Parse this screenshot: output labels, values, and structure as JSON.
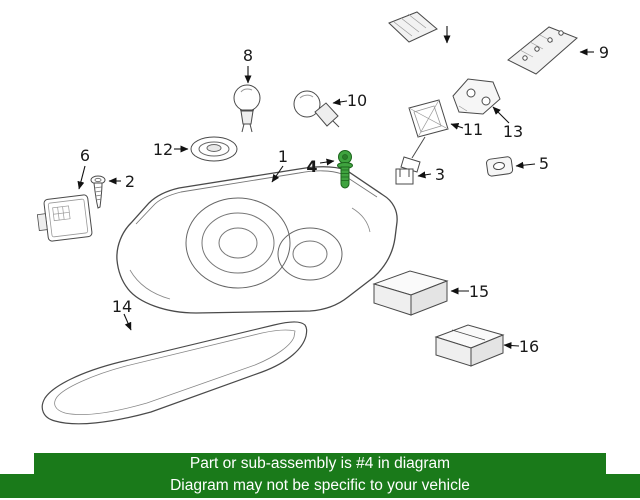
{
  "diagram": {
    "labels": {
      "p1": "1",
      "p2": "2",
      "p3": "3",
      "p4": "4",
      "p5": "5",
      "p6": "6",
      "p8": "8",
      "p9": "9",
      "p10": "10",
      "p11": "11",
      "p12": "12",
      "p13": "13",
      "p14": "14",
      "p15": "15",
      "p16": "16"
    },
    "highlighted_part": "4",
    "highlight_color": "#3fa33f",
    "line_color": "#4a4a4a"
  },
  "banners": {
    "bg_color": "#1a7a1a",
    "text_color": "#ffffff",
    "line1": "Part or sub-assembly is #4 in diagram",
    "line2": "Diagram may not be specific to your vehicle"
  }
}
